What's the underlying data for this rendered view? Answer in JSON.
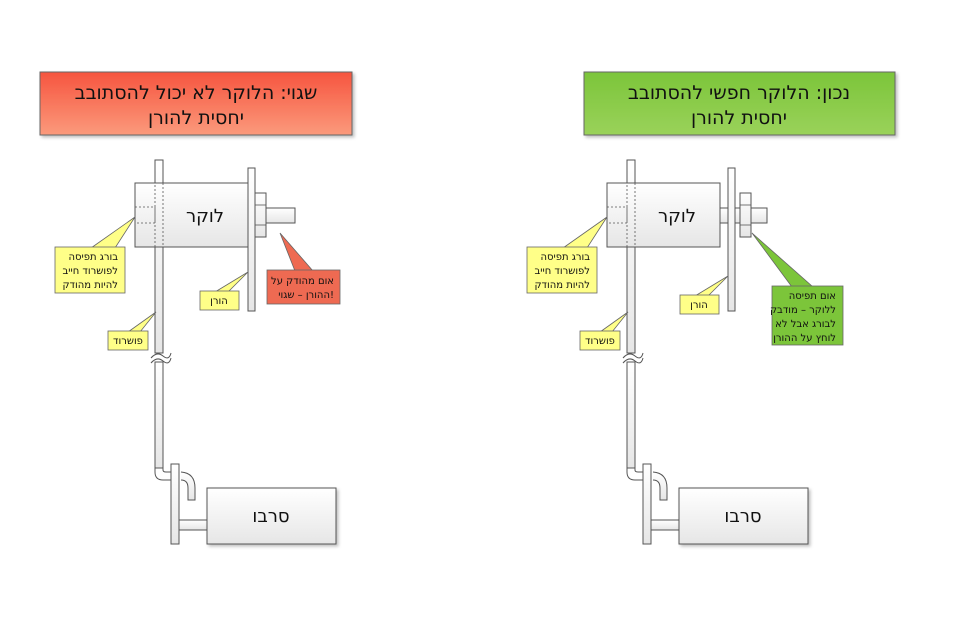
{
  "colors": {
    "error": "#f47462",
    "correct": "#86c93c",
    "note": "#ffff88",
    "part_fill": "#f3f3f3",
    "stroke": "#555555"
  },
  "panels": [
    {
      "key": "wrong",
      "title_line1": "שגוי: הלוקר לא יכול להסתובב",
      "title_line2": "יחסית להורן",
      "locker_label": "לוקר",
      "servo_label": "סרבו",
      "note_screw": [
        "בורג תפיסה",
        "לפושרוד חייב",
        "להיות מהודק"
      ],
      "note_pushrod": "פושרוד",
      "note_horn": "הורן",
      "note_nut": [
        "אום מהודק על",
        "ההורן – שגוי!"
      ]
    },
    {
      "key": "correct",
      "title_line1": "נכון: הלוקר חפשי להסתובב",
      "title_line2": "יחסית להורן",
      "locker_label": "לוקר",
      "servo_label": "סרבו",
      "note_screw": [
        "בורג תפיסה",
        "לפושרוד חייב",
        "להיות מהודק"
      ],
      "note_pushrod": "פושרוד",
      "note_horn": "הורן",
      "note_nut": [
        "אום תפיסה",
        "ללוקר – מודבק",
        "לבורג אבל לא",
        "לוחץ על ההורן"
      ]
    }
  ]
}
